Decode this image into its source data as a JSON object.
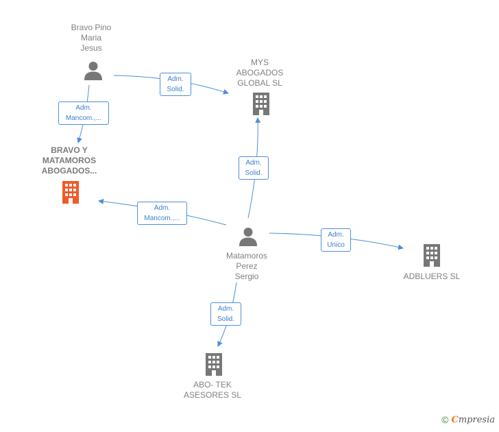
{
  "nodes": {
    "bravo_pino": {
      "label": "Bravo Pino\nMaria\nJesus",
      "type": "person"
    },
    "mys": {
      "label": "MYS\nABOGADOS\nGLOBAL  SL",
      "type": "company"
    },
    "bravo_matamoros": {
      "label": "BRAVO Y\nMATAMOROS\nABOGADOS...",
      "type": "company-main"
    },
    "matamoros": {
      "label": "Matamoros\nPerez\nSergio",
      "type": "person"
    },
    "adbluers": {
      "label": "ADBLUERS  SL",
      "type": "company"
    },
    "abotek": {
      "label": "ABO- TEK\nASESORES SL",
      "type": "company"
    }
  },
  "edges": {
    "bravo_to_mys": "Adm.\nSolid.",
    "bravo_to_bym": "Adm.\nMancom.,...",
    "mat_to_mys": "Adm.\nSolid.",
    "mat_to_bym": "Adm.\nMancom.,...",
    "mat_to_adbluers": "Adm.\nUnico",
    "mat_to_abotek": "Adm.\nSolid."
  },
  "colors": {
    "edge": "#4a90d9",
    "icon": "#777777",
    "main_icon": "#f05a28"
  },
  "icons": {
    "person": "person-icon",
    "company": "building-icon"
  },
  "footer": {
    "copyright": "©",
    "brand_first": "C",
    "brand_rest": "mpresia"
  }
}
